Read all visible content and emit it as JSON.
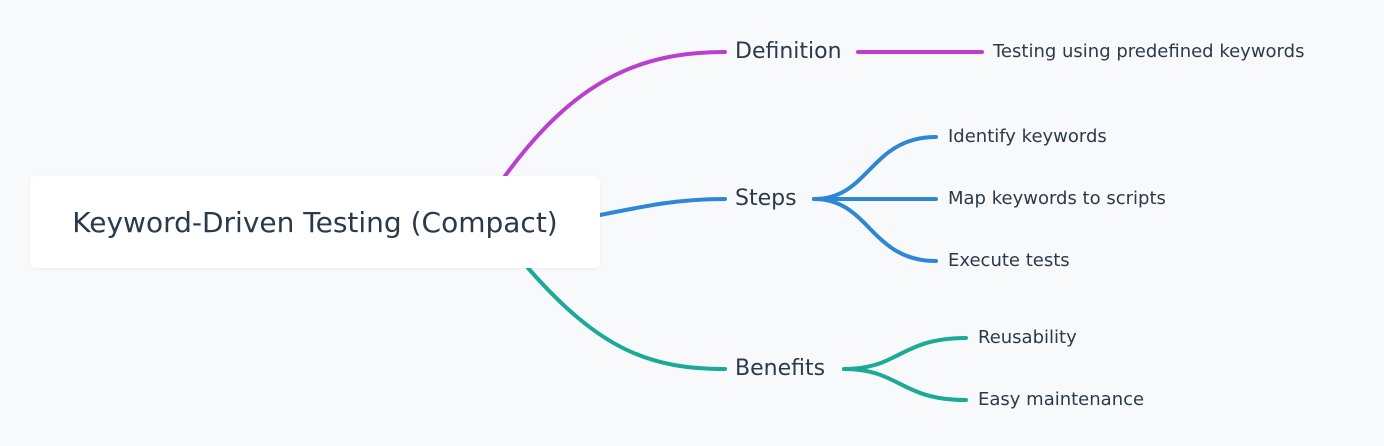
{
  "mindmap": {
    "root": {
      "label": "Keyword-Driven Testing (Compact)"
    },
    "branches": [
      {
        "label": "Definition",
        "color": "#bb3fcf",
        "children": [
          {
            "label": "Testing using predefined keywords"
          }
        ]
      },
      {
        "label": "Steps",
        "color": "#2f86d6",
        "children": [
          {
            "label": "Identify keywords"
          },
          {
            "label": "Map keywords to scripts"
          },
          {
            "label": "Execute tests"
          }
        ]
      },
      {
        "label": "Benefits",
        "color": "#1aaa96",
        "children": [
          {
            "label": "Reusability"
          },
          {
            "label": "Easy maintenance"
          }
        ]
      }
    ]
  }
}
